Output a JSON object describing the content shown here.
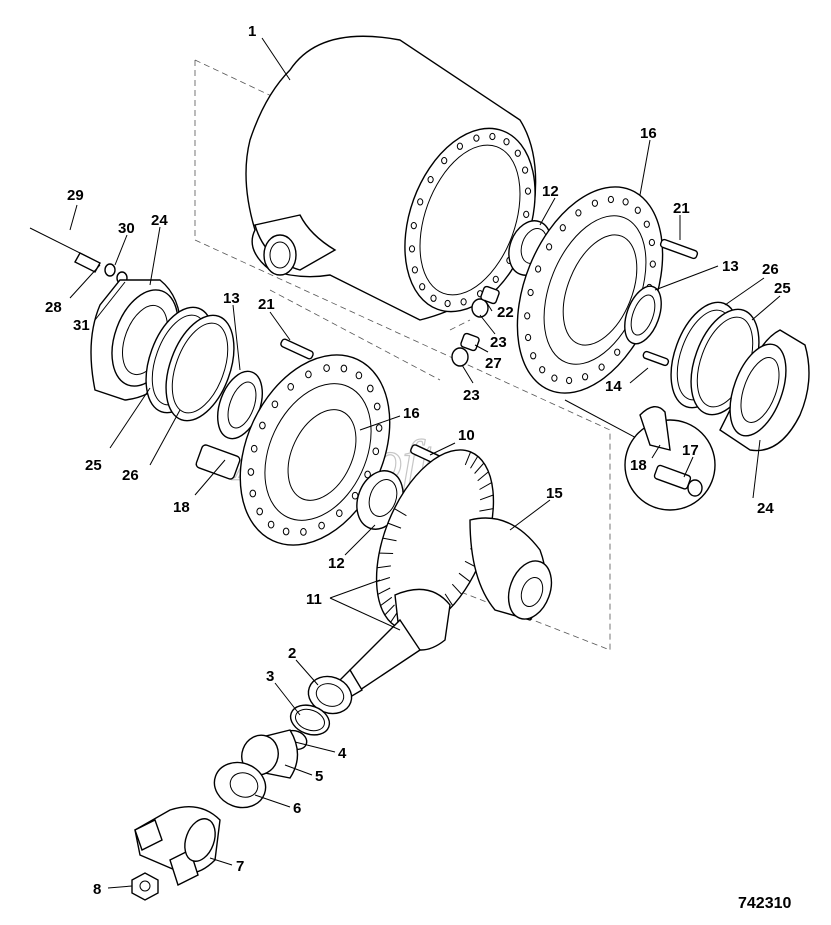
{
  "callouts": [
    {
      "id": "c1",
      "text": "1"
    },
    {
      "id": "c2",
      "text": "2"
    },
    {
      "id": "c3",
      "text": "3"
    },
    {
      "id": "c4",
      "text": "4"
    },
    {
      "id": "c5",
      "text": "5"
    },
    {
      "id": "c6",
      "text": "6"
    },
    {
      "id": "c7",
      "text": "7"
    },
    {
      "id": "c8",
      "text": "8"
    },
    {
      "id": "c10",
      "text": "10"
    },
    {
      "id": "c11",
      "text": "11"
    },
    {
      "id": "c12a",
      "text": "12"
    },
    {
      "id": "c12b",
      "text": "12"
    },
    {
      "id": "c13a",
      "text": "13"
    },
    {
      "id": "c13b",
      "text": "13"
    },
    {
      "id": "c14",
      "text": "14"
    },
    {
      "id": "c15",
      "text": "15"
    },
    {
      "id": "c16a",
      "text": "16"
    },
    {
      "id": "c16b",
      "text": "16"
    },
    {
      "id": "c17",
      "text": "17"
    },
    {
      "id": "c18a",
      "text": "18"
    },
    {
      "id": "c18b",
      "text": "18"
    },
    {
      "id": "c21a",
      "text": "21"
    },
    {
      "id": "c21b",
      "text": "21"
    },
    {
      "id": "c22",
      "text": "22"
    },
    {
      "id": "c23a",
      "text": "23"
    },
    {
      "id": "c23b",
      "text": "23"
    },
    {
      "id": "c24a",
      "text": "24"
    },
    {
      "id": "c24b",
      "text": "24"
    },
    {
      "id": "c25a",
      "text": "25"
    },
    {
      "id": "c25b",
      "text": "25"
    },
    {
      "id": "c26a",
      "text": "26"
    },
    {
      "id": "c26b",
      "text": "26"
    },
    {
      "id": "c27",
      "text": "27"
    },
    {
      "id": "c28",
      "text": "28"
    },
    {
      "id": "c29",
      "text": "29"
    },
    {
      "id": "c30",
      "text": "30"
    },
    {
      "id": "c31",
      "text": "31"
    }
  ],
  "figure_number": "742310",
  "watermark": "AutoSoft"
}
